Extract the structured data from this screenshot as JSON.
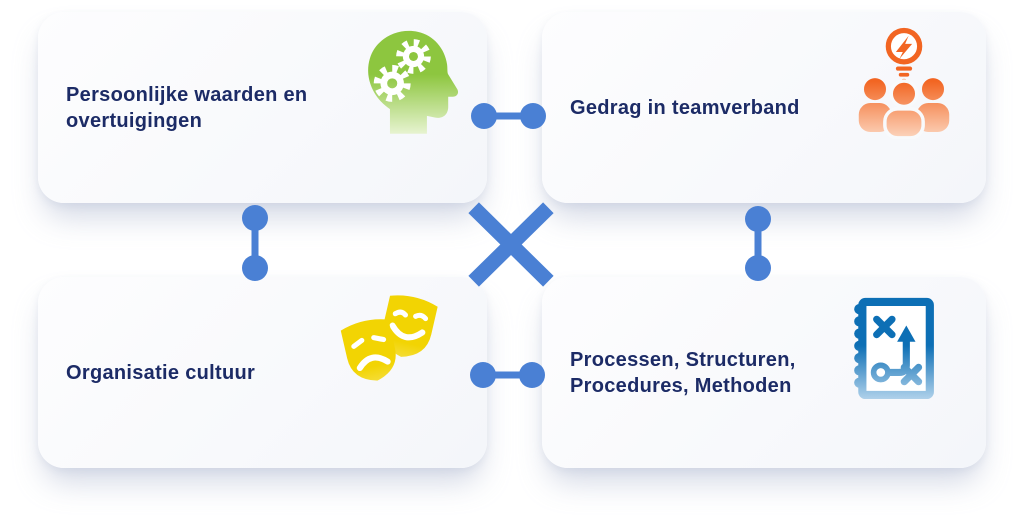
{
  "diagram": {
    "description": "2x2 interaction model of personal, team and organisational factors",
    "colors": {
      "background": "#ffffff",
      "card_fill": "#f7f9fc",
      "label_text": "#1c2b66",
      "connector_blue": "#4a80d4",
      "icon_green": "#8dc63f",
      "icon_orange": "#f26522",
      "icon_yellow": "#f2d403",
      "icon_blue": "#0d6fb5"
    },
    "cards": [
      {
        "id": "personal-values",
        "label": "Persoonlijke waarden en overtuigingen",
        "icon": "head-with-gears-icon",
        "icon_color": "#8dc63f",
        "position": "top-left"
      },
      {
        "id": "team-behavior",
        "label": "Gedrag in teamverband",
        "icon": "team-lightbulb-icon",
        "icon_color": "#f26522",
        "position": "top-right"
      },
      {
        "id": "organisation-culture",
        "label": "Organisatie cultuur",
        "icon": "theater-masks-icon",
        "icon_color": "#f2d403",
        "position": "bottom-left"
      },
      {
        "id": "processes-structures",
        "label": "Processen, Structuren, Procedures, Methoden",
        "icon": "tactics-plan-icon",
        "icon_color": "#0d6fb5",
        "position": "bottom-right"
      }
    ],
    "connectors": {
      "center": "x-cross",
      "links": [
        "top-horizontal-dumbbell",
        "bottom-horizontal-dumbbell",
        "left-vertical-dumbbell",
        "right-vertical-dumbbell"
      ]
    }
  }
}
